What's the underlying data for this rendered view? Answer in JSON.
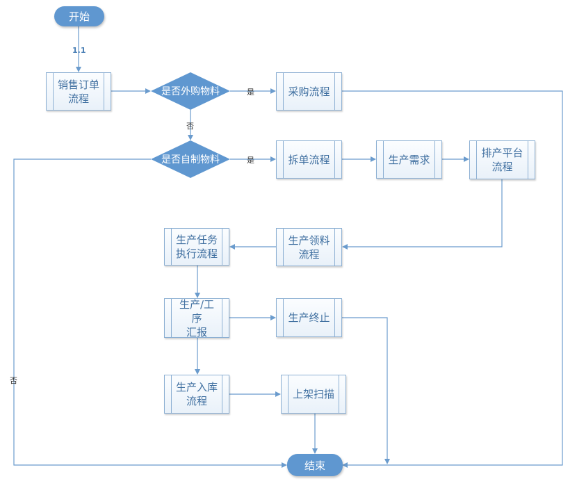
{
  "nodes": {
    "start": "开始",
    "sales_order": "销售订单\n流程",
    "decision_outsource": "是否外购物料",
    "purchase": "采购流程",
    "decision_selfmade": "是否自制物料",
    "split_order": "拆单流程",
    "production_demand": "生产需求",
    "scheduling_platform": "排产平台\n流程",
    "material_requisition": "生产领料\n流程",
    "task_execution": "生产任务\n执行流程",
    "process_report": "生产/工序\n汇报",
    "production_stop": "生产终止",
    "warehousing": "生产入库\n流程",
    "shelving_scan": "上架扫描",
    "end": "结束"
  },
  "edge_labels": {
    "step": "1.1",
    "yes_outsource": "是",
    "no_outsource": "否",
    "yes_selfmade": "是",
    "no_selfmade": "否"
  },
  "colors": {
    "terminal_fill": "#5f97d0",
    "decision_fill": "#5f97d0",
    "process_text": "#3f6fa0",
    "connector": "#6a9bcd"
  }
}
